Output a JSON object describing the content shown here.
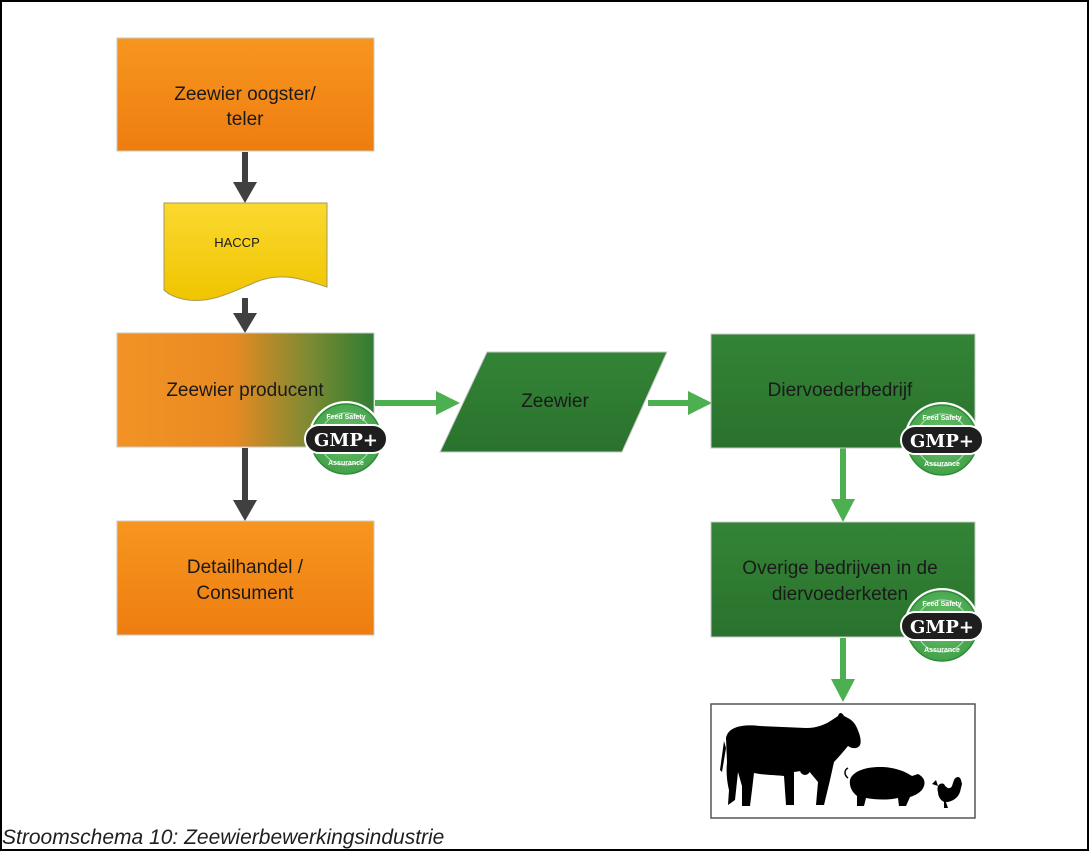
{
  "nodes": {
    "harvester": {
      "line1": "Zeewier oogster/",
      "line2": "teler"
    },
    "haccp": {
      "label": "HACCP"
    },
    "producer": {
      "label": "Zeewier producent"
    },
    "retail": {
      "line1": "Detailhandel /",
      "line2": "Consument"
    },
    "seaweed": {
      "label": "Zeewier"
    },
    "feed_company": {
      "label": "Diervoederbedrijf"
    },
    "other_companies": {
      "line1": "Overige bedrijven in de",
      "line2": "diervoederketen"
    }
  },
  "badge": {
    "main": "GMP+",
    "top_text": "Feed Safety",
    "bottom_text": "Assurance",
    "icon": "gmp-plus-badge-icon"
  },
  "animals": {
    "icons": [
      "cow-icon",
      "pig-icon",
      "rooster-icon"
    ]
  },
  "colors": {
    "orange": "#F08A1C",
    "green": "#2E7D32",
    "yellow": "#F4CC12",
    "dark_arrow": "#404040",
    "green_arrow": "#4CAF50"
  },
  "caption": "Stroomschema 10: Zeewierbewerkingsindustrie"
}
